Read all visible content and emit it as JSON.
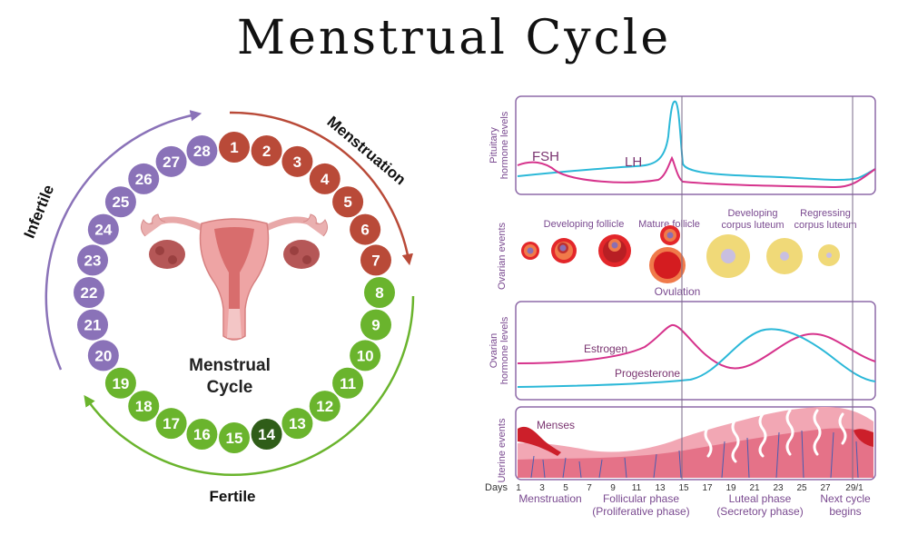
{
  "title": "Menstrual Cycle",
  "colors": {
    "menstruation": "#b94a38",
    "fertile": "#6ab42d",
    "ovulation_day": "#2f5d18",
    "infertile": "#8a72b8",
    "fsh_estrogen": "#d6338c",
    "lh_progesterone": "#2bb8d8",
    "panel_border": "#8e6aa8"
  },
  "wheel": {
    "center_label_line1": "Menstrual",
    "center_label_line2": "Cycle",
    "days": [
      "1",
      "2",
      "3",
      "4",
      "5",
      "6",
      "7",
      "8",
      "9",
      "10",
      "11",
      "12",
      "13",
      "14",
      "15",
      "16",
      "17",
      "18",
      "19",
      "20",
      "21",
      "22",
      "23",
      "24",
      "25",
      "26",
      "27",
      "28"
    ],
    "arc_labels": {
      "menstruation": "Menstruation",
      "fertile": "Fertile",
      "infertile": "Infertile"
    },
    "icons": [
      "uterus-icon"
    ]
  },
  "pituitary": {
    "ylabel_line1": "Pituitary",
    "ylabel_line2": "hormone levels",
    "fsh_label": "FSH",
    "lh_label": "LH"
  },
  "ovarian_events": {
    "ylabel": "Ovarian events",
    "labels": {
      "developing_follicle": "Developing follicle",
      "mature_follicle": "Mature follicle",
      "developing_corpus_line1": "Developing",
      "developing_corpus_line2": "corpus luteum",
      "regressing_corpus_line1": "Regressing",
      "regressing_corpus_line2": "corpus luteum",
      "ovulation": "Ovulation"
    }
  },
  "ovarian_hormones": {
    "ylabel_line1": "Ovarian",
    "ylabel_line2": "hormone levels",
    "estrogen_label": "Estrogen",
    "progesterone_label": "Progesterone"
  },
  "uterine": {
    "ylabel": "Uterine events",
    "menses_label": "Menses"
  },
  "days_axis": {
    "label": "Days",
    "ticks": [
      "1",
      "3",
      "5",
      "7",
      "9",
      "11",
      "13",
      "15",
      "17",
      "19",
      "21",
      "23",
      "25",
      "27",
      "29/1"
    ]
  },
  "phases": {
    "menstruation": "Menstruation",
    "follicular_line1": "Follicular phase",
    "follicular_line2": "(Proliferative phase)",
    "luteal_line1": "Luteal phase",
    "luteal_line2": "(Secretory phase)",
    "next_line1": "Next cycle",
    "next_line2": "begins"
  }
}
